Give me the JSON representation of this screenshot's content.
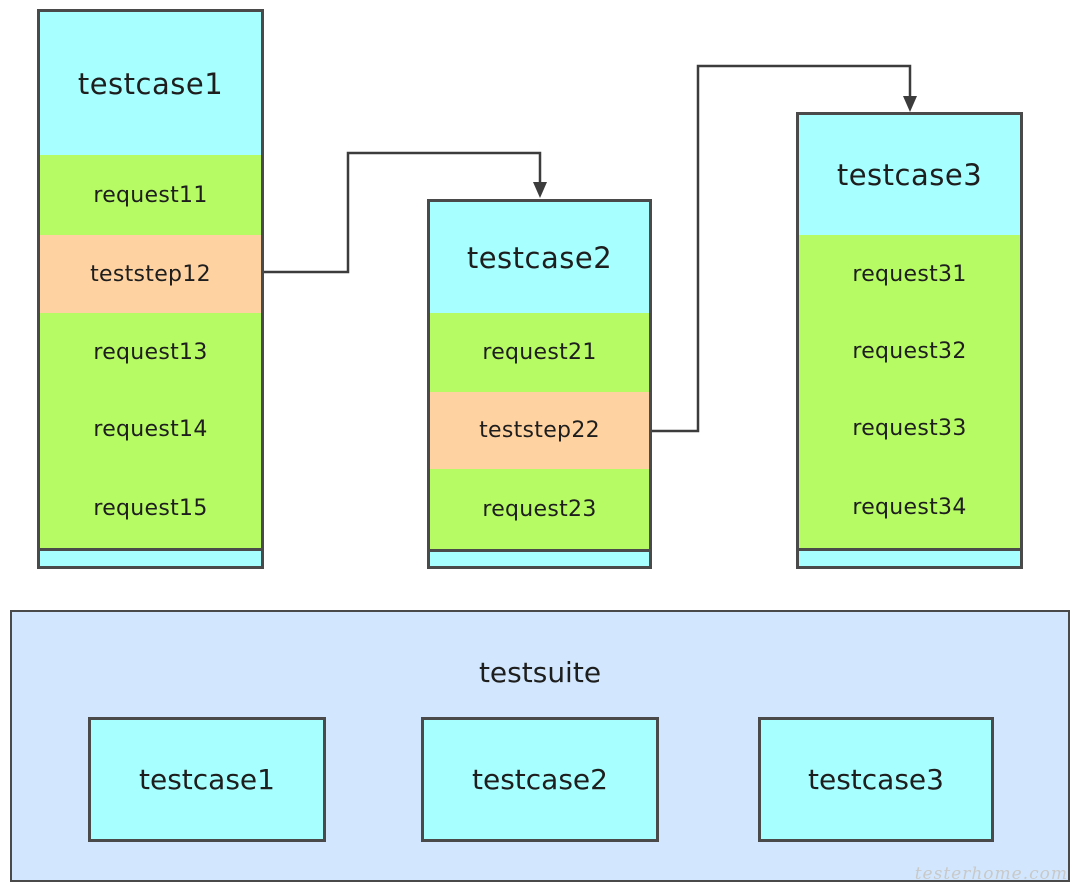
{
  "columns": [
    {
      "title": "testcase1",
      "steps": [
        {
          "label": "request11",
          "kind": "request"
        },
        {
          "label": "teststep12",
          "kind": "teststep"
        },
        {
          "label": "request13",
          "kind": "request"
        },
        {
          "label": "request14",
          "kind": "request"
        },
        {
          "label": "request15",
          "kind": "request"
        }
      ]
    },
    {
      "title": "testcase2",
      "steps": [
        {
          "label": "request21",
          "kind": "request"
        },
        {
          "label": "teststep22",
          "kind": "teststep"
        },
        {
          "label": "request23",
          "kind": "request"
        }
      ]
    },
    {
      "title": "testcase3",
      "steps": [
        {
          "label": "request31",
          "kind": "request"
        },
        {
          "label": "request32",
          "kind": "request"
        },
        {
          "label": "request33",
          "kind": "request"
        },
        {
          "label": "request34",
          "kind": "request"
        }
      ]
    }
  ],
  "connections": [
    {
      "from": "teststep12",
      "to": "testcase2"
    },
    {
      "from": "teststep22",
      "to": "testcase3"
    }
  ],
  "suite": {
    "title": "testsuite",
    "testcases": [
      "testcase1",
      "testcase2",
      "testcase3"
    ]
  },
  "watermark": "testerhome.com",
  "colors": {
    "testcase": "#a8ffff",
    "request": "#b6fb64",
    "teststep": "#ffd2a1",
    "suite": "#d2e7fd",
    "border": "#4a4a4a"
  }
}
